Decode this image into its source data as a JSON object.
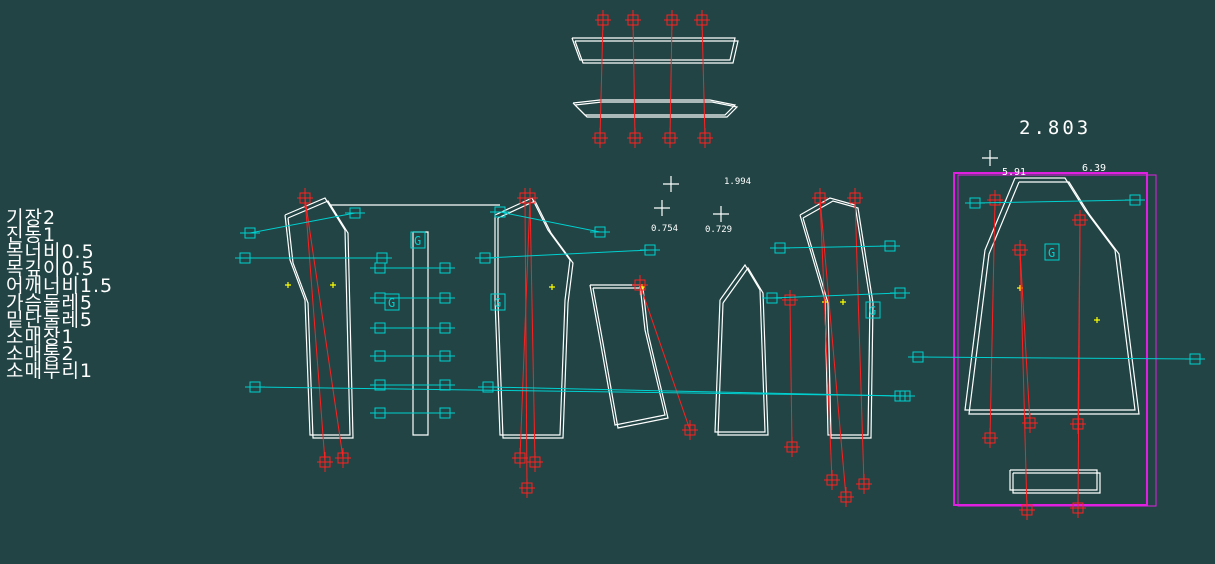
{
  "params": [
    "기장2",
    "진동1",
    "목너비0.5",
    "목깊이0.5",
    "어깨너비1.5",
    "가슴둘레5",
    "밑단둘레5",
    "소매장1",
    "소매통2",
    "소매부리1"
  ],
  "measurements": {
    "total": "2.803",
    "m1": "1.994",
    "m2": "0.754",
    "m3": "0.729",
    "m4": "5.91",
    "m5": "6.39"
  },
  "markers": {
    "grain": "G"
  },
  "colors": {
    "background": "#224444",
    "outline": "#ffffff",
    "seam": "#ff2020",
    "notch": "#00d0d0",
    "selection": "#e020e0",
    "point": "#ffff00"
  }
}
